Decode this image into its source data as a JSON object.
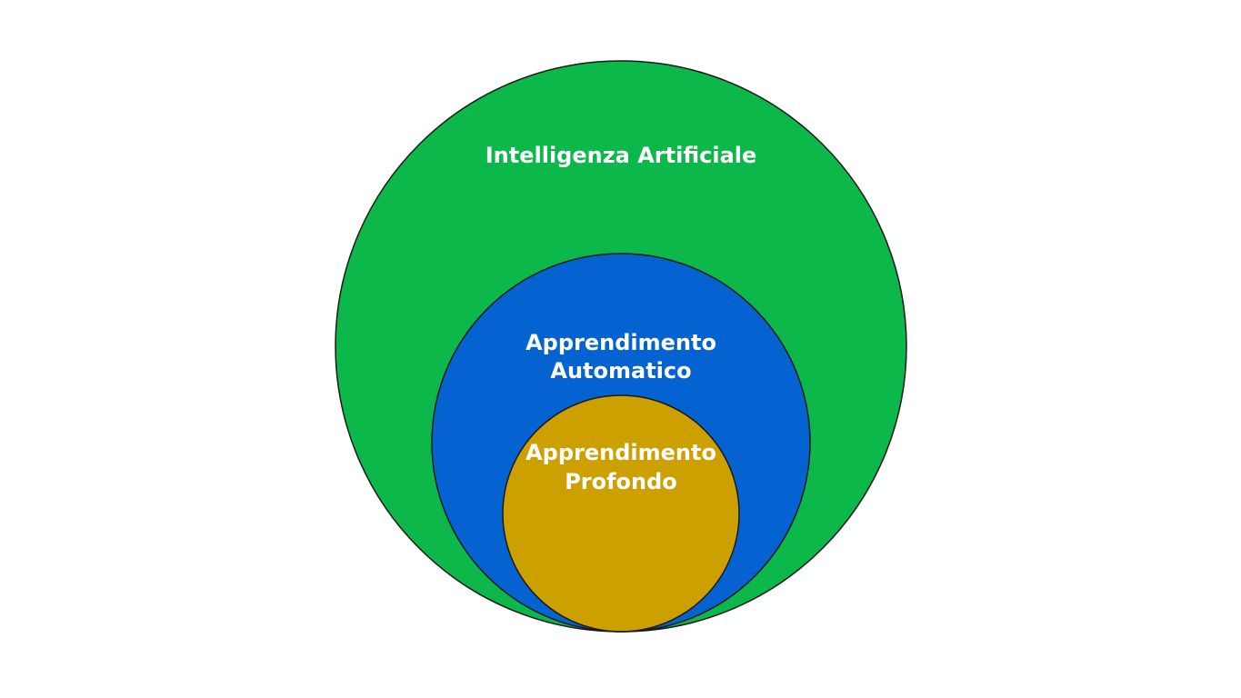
{
  "diagram": {
    "outer": {
      "label": "Intelligenza Artificiale",
      "color": "#0cb84a"
    },
    "middle": {
      "label_line1": "Apprendimento",
      "label_line2": "Automatico",
      "color": "#0563d1"
    },
    "inner": {
      "label_line1": "Apprendimento",
      "label_line2": "Profondo",
      "color": "#cca000"
    }
  }
}
